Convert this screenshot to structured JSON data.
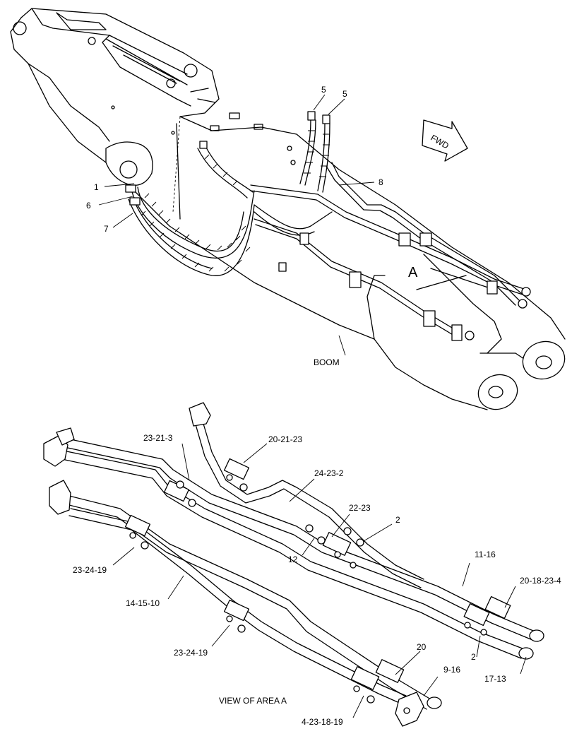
{
  "callouts": {
    "c1": "1",
    "c6": "6",
    "c7": "7",
    "c5a": "5",
    "c5b": "5",
    "c8": "8",
    "area": "A",
    "boom": "BOOM",
    "fwd": "FWD",
    "v_23_21_3": "23-21-3",
    "v_20_21_23": "20-21-23",
    "v_24_23_2": "24-23-2",
    "v_22_23": "22-23",
    "v_2a": "2",
    "v_12": "12",
    "v_11_16": "11-16",
    "v_20_18_23_4": "20-18-23-4",
    "v_23_24_19a": "23-24-19",
    "v_14_15_10": "14-15-10",
    "v_23_24_19b": "23-24-19",
    "v_2b": "2",
    "v_17_13": "17-13",
    "v_20": "20",
    "v_9_16": "9-16",
    "v_4_23_18_19": "4-23-18-19",
    "view_title": "VIEW OF AREA A"
  }
}
